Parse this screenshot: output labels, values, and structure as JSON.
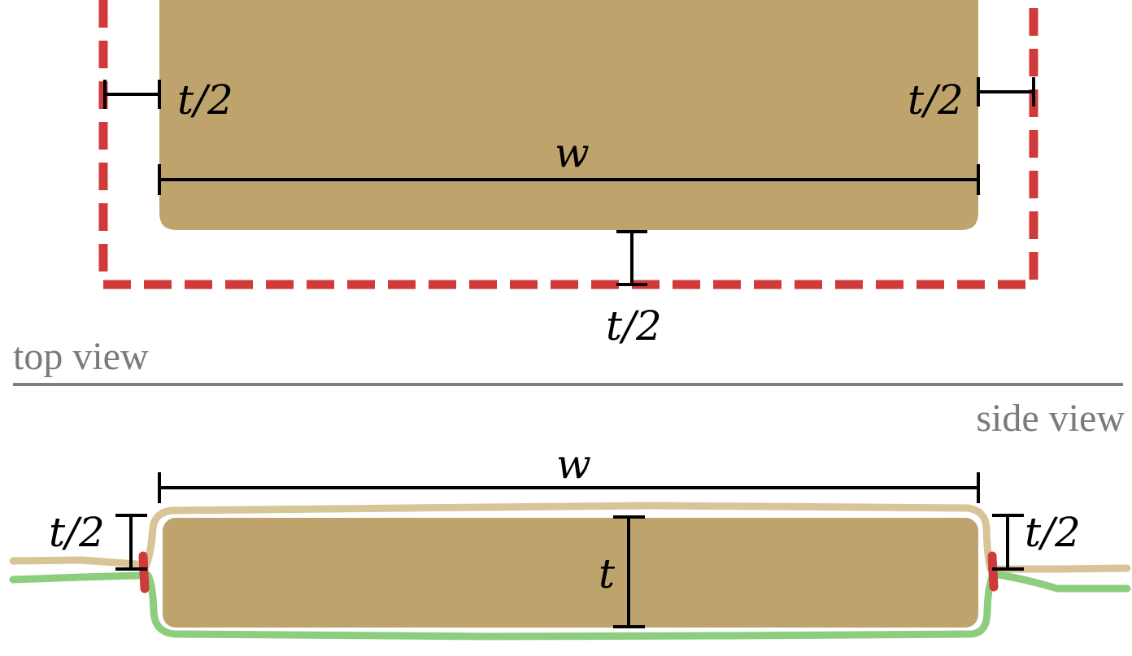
{
  "top_view": {
    "label": "top view",
    "width_label": "w",
    "left_margin_label": "t/2",
    "right_margin_label": "t/2",
    "bottom_margin_label": "t/2"
  },
  "side_view": {
    "label": "side view",
    "width_label": "w",
    "thickness_label": "t",
    "left_offset_label": "t/2",
    "right_offset_label": "t/2"
  },
  "colors": {
    "part_fill": "#bea46c",
    "boundary_dashed": "#d03a3a",
    "top_outline": "#d8c597",
    "bottom_outline": "#8ccd7e",
    "divider": "#7f7f7f",
    "dimension": "#000000",
    "label_gray": "#7a7a7a"
  }
}
